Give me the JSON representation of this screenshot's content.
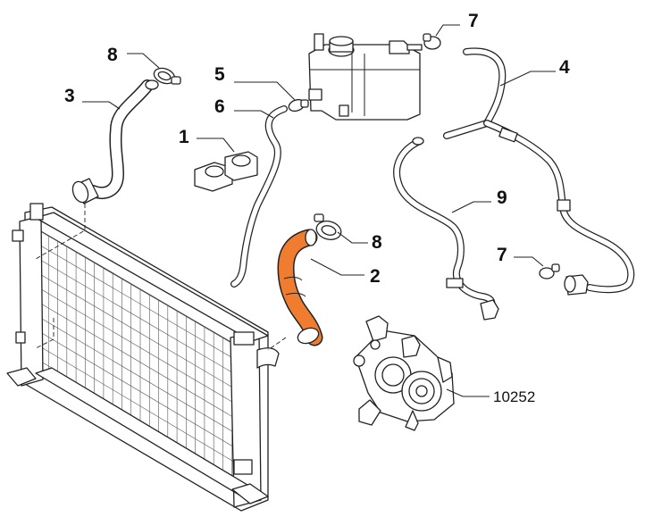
{
  "callouts": {
    "c1": "1",
    "c2": "2",
    "c3": "3",
    "c4": "4",
    "c5": "5",
    "c6": "6",
    "c7a": "7",
    "c7b": "7",
    "c8a": "8",
    "c8b": "8",
    "c9": "9",
    "c10252": "10252"
  },
  "colors": {
    "highlight_hose": "#f07c30",
    "line": "#222222"
  }
}
